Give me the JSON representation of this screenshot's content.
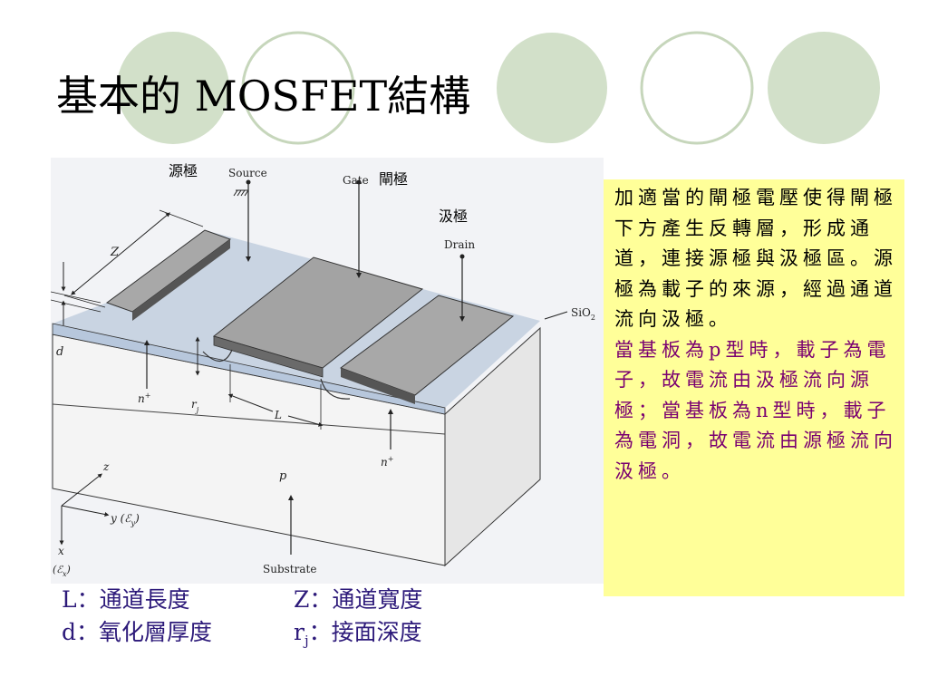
{
  "slide": {
    "title": "基本的 MOSFET結構",
    "colors": {
      "circle_fill": "#d2e0c9",
      "circle_stroke": "#c6d6bb",
      "note_bg": "#ffff99",
      "note_text_1": "#000000",
      "note_text_2": "#7a0070",
      "legend_text": "#2d1a7a"
    }
  },
  "figure": {
    "labels": {
      "source_cn": "源極",
      "source_en": "Source",
      "gate_en": "Gate",
      "gate_cn": "閘極",
      "drain_cn": "汲極",
      "drain_en": "Drain",
      "sio2": "SiO",
      "sio2_sub": "2",
      "z": "Z",
      "d": "d",
      "n_plus_left": "n",
      "n_plus_right": "n",
      "plus": "+",
      "rj": "r",
      "rj_sub": "j",
      "L": "L",
      "p": "p",
      "substrate": "Substrate",
      "axis_z": "z",
      "axis_y": "y (ℰ",
      "axis_y_sub": "y",
      "axis_y_close": ")",
      "axis_x": "x",
      "axis_x_e": "(ℰ",
      "axis_x_sub": "x",
      "axis_x_close": ")"
    }
  },
  "note": {
    "para1": "加適當的閘極電壓使得閘極下方產生反轉層，形成通道，連接源極與汲極區。源極為載子的來源，經過通道流向汲極。",
    "para2": "當基板為p型時，載子為電子，故電流由汲極流向源極；當基板為n型時，載子為電洞，故電流由源極流向汲極。"
  },
  "legend": {
    "L": "L：通道長度",
    "Z": "Z：通道寬度",
    "d": "d：氧化層厚度",
    "rj": "r",
    "rj_sub": "j",
    "rj_rest": "：接面深度"
  }
}
